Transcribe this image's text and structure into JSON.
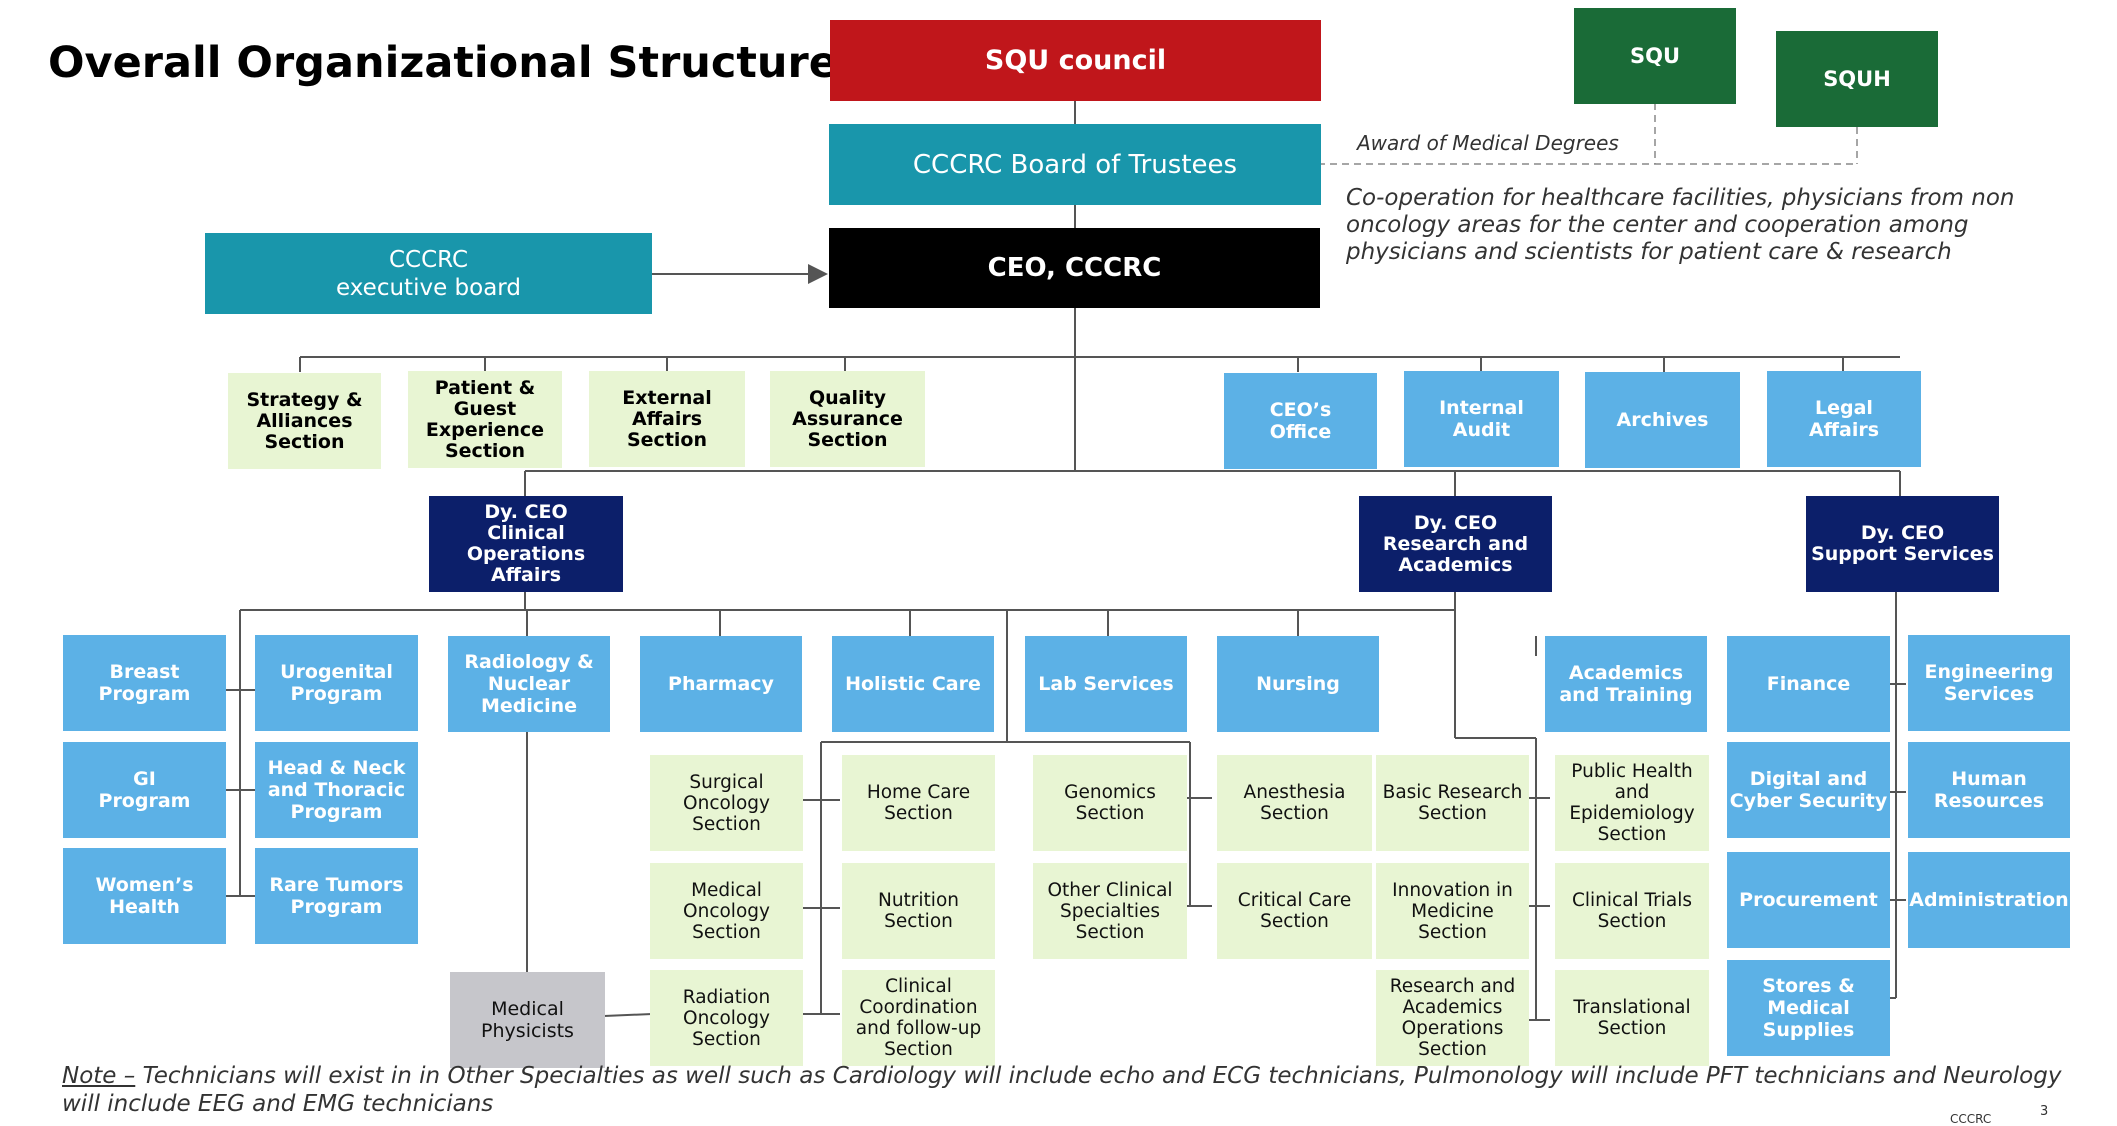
{
  "title": "Overall Organizational Structure",
  "top": {
    "council": "SQU council",
    "squ": "SQU",
    "squh": "SQUH",
    "board": "CCCRC Board of Trustees",
    "ceo": "CEO, CCCRC",
    "exec_board": "CCCRC\nexecutive board",
    "award_note": "Award of Medical Degrees",
    "coop_note": "Co-operation for healthcare facilities, physicians from non\noncology areas for the center and cooperation among\nphysicians and scientists for patient care & research"
  },
  "sections": {
    "strategy": "Strategy &\nAlliances\nSection",
    "patient": "Patient &\nGuest\nExperience\nSection",
    "external": "External\nAffairs Section",
    "quality": "Quality\nAssurance\nSection",
    "ceo_office": "CEO’s\nOffice",
    "audit": "Internal\nAudit",
    "archives": "Archives",
    "legal": "Legal\nAffairs"
  },
  "deputies": {
    "clinical": "Dy. CEO\nClinical Operations\nAffairs",
    "research": "Dy. CEO\nResearch and\nAcademics",
    "support": "Dy. CEO\nSupport Services"
  },
  "programs": {
    "breast": "Breast\nProgram",
    "urogenital": "Urogenital\nProgram",
    "gi": "GI\nProgram",
    "head_neck": "Head & Neck\nand Thoracic\nProgram",
    "womens": "Women’s\nHealth",
    "rare": "Rare Tumors\nProgram"
  },
  "clinical": {
    "radiology": "Radiology &\nNuclear\nMedicine",
    "pharmacy": "Pharmacy",
    "holistic": "Holistic Care",
    "lab": "Lab Services",
    "nursing": "Nursing",
    "physicists": "Medical\nPhysicists",
    "surgical": "Surgical\nOncology\nSection",
    "medical_onc": "Medical\nOncology\nSection",
    "radiation": "Radiation\nOncology\nSection",
    "home_care": "Home Care\nSection",
    "nutrition": "Nutrition\nSection",
    "clinical_coord": "Clinical\nCoordination\nand follow-up\nSection",
    "genomics": "Genomics\nSection",
    "other_clinical": "Other Clinical\nSpecialties\nSection",
    "anesthesia": "Anesthesia\nSection",
    "critical": "Critical Care\nSection"
  },
  "research": {
    "academics": "Academics\nand Training",
    "basic": "Basic Research\nSection",
    "innovation": "Innovation in\nMedicine Section",
    "ops": "Research and\nAcademics\nOperations\nSection",
    "public_health": "Public Health\nand\nEpidemiology\nSection",
    "trials": "Clinical Trials\nSection",
    "translational": "Translational\nSection"
  },
  "support": {
    "finance": "Finance",
    "engineering": "Engineering\nServices",
    "digital": "Digital and\nCyber Security",
    "hr": "Human\nResources",
    "procurement": "Procurement",
    "admin": "Administration",
    "stores": "Stores &\nMedical\nSupplies"
  },
  "note": {
    "label": "Note –",
    "text": " Technicians will exist in in Other Specialties as well such as Cardiology will include echo and ECG technicians, Pulmonology will include PFT technicians and Neurology will include EEG and EMG technicians"
  },
  "footer": {
    "brand": "CCCRC",
    "page": "3"
  },
  "colors": {
    "council_red": "#c0161b",
    "squ_green": "#1a6b37",
    "board_teal": "#1996ab",
    "deputy_navy": "#0c1f6a",
    "unit_blue": "#5cb1e6",
    "section_light_green": "#e8f5d3",
    "physicists_gray": "#c6c6cb"
  }
}
